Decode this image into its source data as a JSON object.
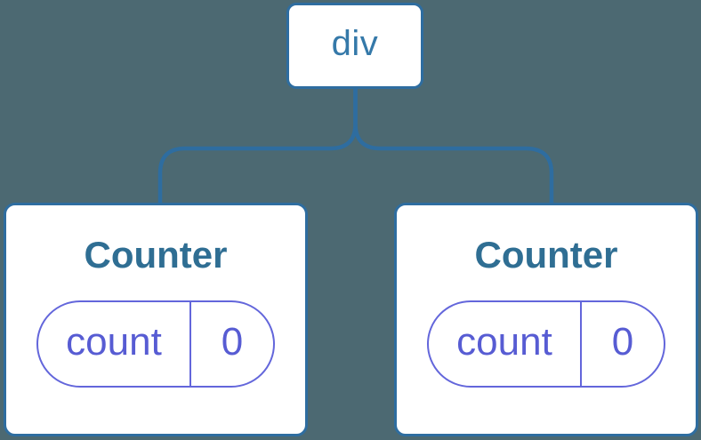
{
  "diagram": {
    "description": "React component tree diagram: a div parent with two independent Counter children, each holding its own count state",
    "root": {
      "label": "div"
    },
    "children": [
      {
        "title": "Counter",
        "state": {
          "key": "count",
          "value": "0"
        }
      },
      {
        "title": "Counter",
        "state": {
          "key": "count",
          "value": "0"
        }
      }
    ]
  },
  "colors": {
    "background": "#4C6972",
    "node_fill": "#FFFFFF",
    "tree_stroke_blue": "#2E6DA0",
    "root_label_blue": "#3579A9",
    "component_title_blue": "#2F6E93",
    "state_purple": "#575CD3",
    "state_border_purple": "#6366DB"
  }
}
